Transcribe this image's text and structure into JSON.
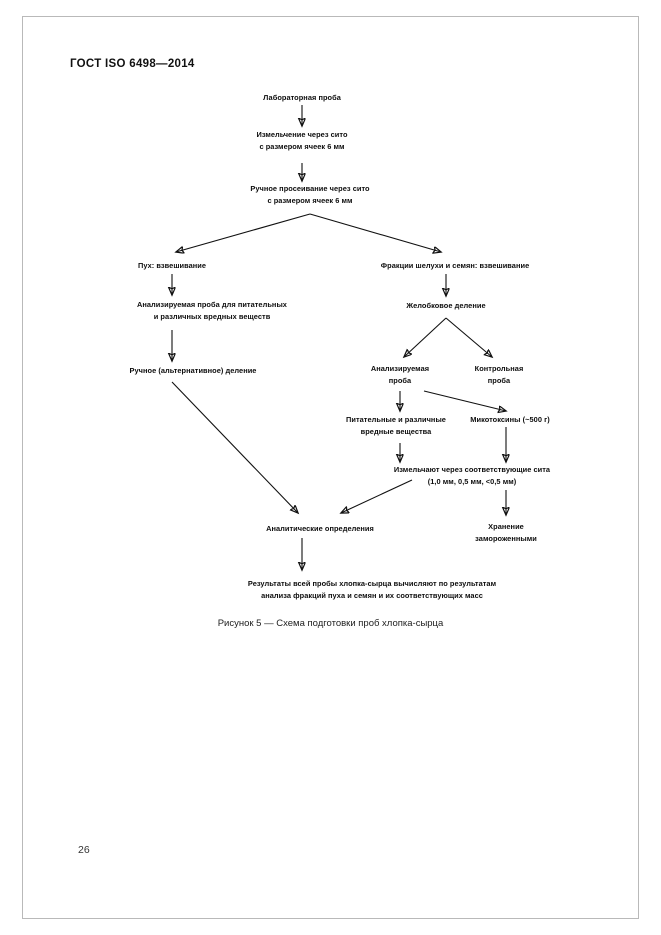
{
  "document": {
    "header": "ГОСТ ISO 6498—2014",
    "page_number": "26",
    "figure_caption": "Рисунок 5 — Схема подготовки проб хлопка-сырца"
  },
  "flowchart": {
    "nodes": [
      {
        "id": "lab_sample",
        "label": "Лабораторная проба"
      },
      {
        "id": "grinding_6mm",
        "label": "Измельчение через сито\nс размером ячеек 6 мм"
      },
      {
        "id": "manual_sieving",
        "label": "Ручное просеивание через сито\nс размером ячеек 6 мм"
      },
      {
        "id": "fluff_weighing",
        "label": "Пух: взвешивание"
      },
      {
        "id": "husk_seed_weighing",
        "label": "Фракции шелухи и семян: взвешивание"
      },
      {
        "id": "analysis_sample",
        "label": "Анализируемая проба для питательных\nи различных вредных веществ"
      },
      {
        "id": "riffle_division",
        "label": "Желобковое деление"
      },
      {
        "id": "manual_division",
        "label": "Ручное (альтернативное) деление"
      },
      {
        "id": "test_sample",
        "label": "Анализируемая\nпроба"
      },
      {
        "id": "control_sample",
        "label": "Контрольная\nпроба"
      },
      {
        "id": "nutrients_harmful",
        "label": "Питательные и различные\nвредные вещества"
      },
      {
        "id": "mycotoxins",
        "label": "Микотоксины (~500 г)"
      },
      {
        "id": "grinding_sieves",
        "label": "Измельчают через соответствующие сита\n(1,0 мм, 0,5 мм, <0,5 мм)"
      },
      {
        "id": "analytical_determ",
        "label": "Аналитические определения"
      },
      {
        "id": "frozen_storage",
        "label": "Хранение\nзамороженными"
      },
      {
        "id": "final_results",
        "label": "Результаты всей пробы хлопка-сырца вычисляют по результатам\nанализа фракций пуха и семян и их соответствующих масс"
      }
    ]
  },
  "colors": {
    "text": "#0d0d0d",
    "page_background": "#ffffff",
    "border": "#b9b9b9"
  }
}
